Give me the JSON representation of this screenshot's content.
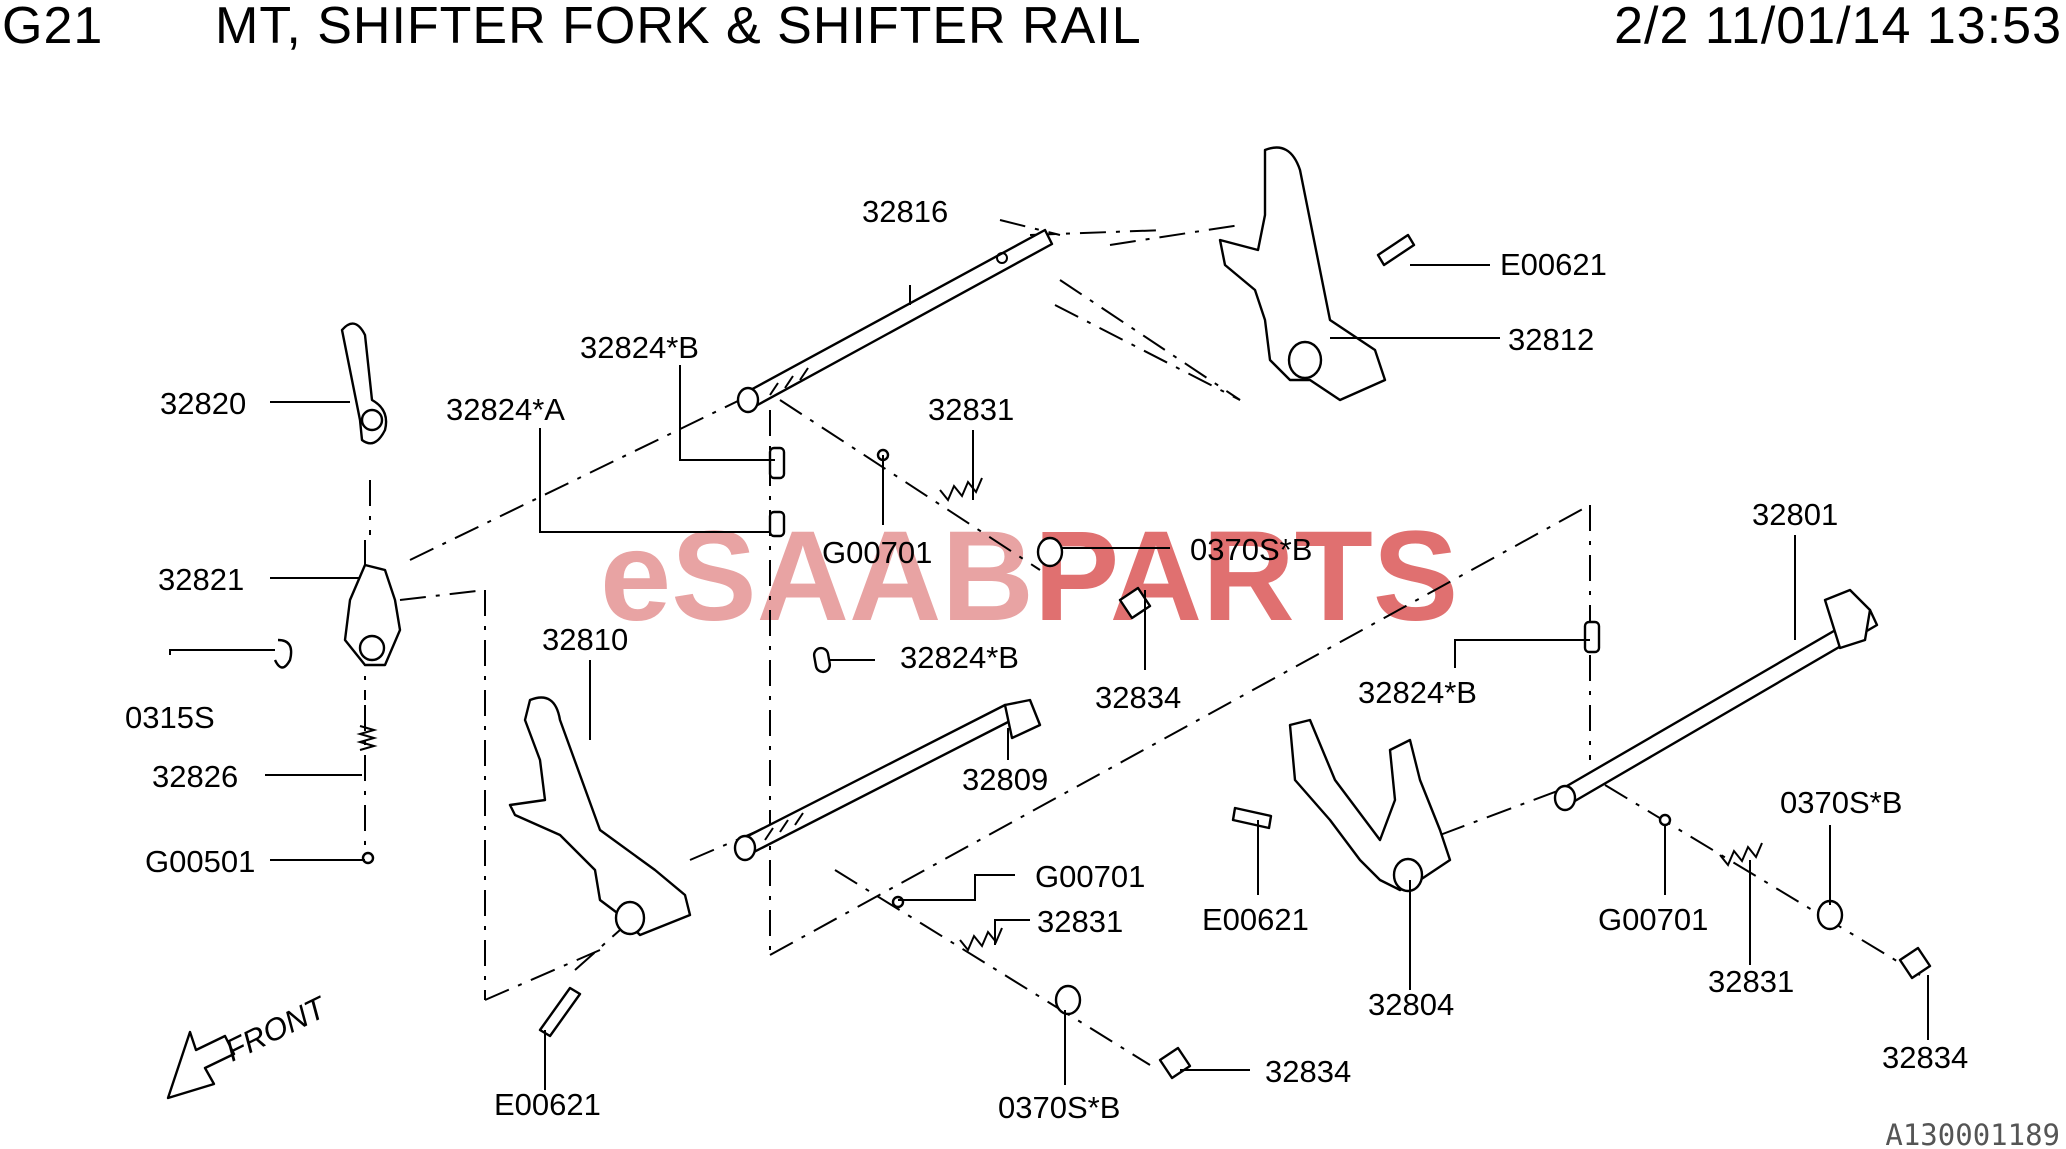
{
  "header": {
    "code": "G21",
    "title": "MT, SHIFTER FORK & SHIFTER RAIL",
    "page_info": "2/2 11/01/14 13:53"
  },
  "watermark": {
    "prefix": "eSAAB",
    "suffix": "PARTS",
    "prefix_color": "#e8a3a3",
    "suffix_color": "#e07070"
  },
  "front_label": "FRONT",
  "figure_ref": "A130001189",
  "part_labels": [
    "32816",
    "E00621",
    "32812",
    "32824*B",
    "32820",
    "32824*A",
    "32831",
    "G00701",
    "0370S*B",
    "32821",
    "32801",
    "0315S",
    "32834",
    "32810",
    "32824*B",
    "32824*B",
    "32826",
    "32809",
    "0370S*B",
    "G00501",
    "G00701",
    "E00621",
    "G00701",
    "32831",
    "32804",
    "32831",
    "32834",
    "E00621",
    "0370S*B",
    "32834"
  ],
  "icons": [
    "front-arrow-icon"
  ],
  "colors": {
    "ink": "#000000",
    "background": "#ffffff"
  }
}
